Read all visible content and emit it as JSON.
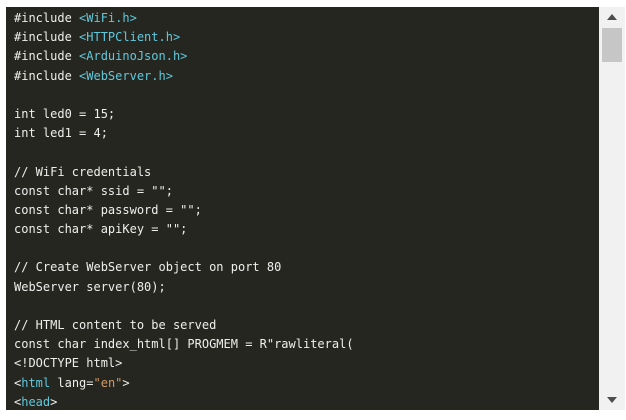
{
  "colors": {
    "page_background": "#ffffff",
    "code_background": "#262621",
    "code_text": "#eeeeec",
    "code_type_accent": "#5fc9dc",
    "code_string_accent": "#d19a66",
    "scrollbar_track": "#f1f1f1",
    "scrollbar_thumb": "#c6c6c6",
    "scrollbar_arrow": "#4d4d4d"
  },
  "scrollbar": {
    "up_icon": "triangle-up",
    "down_icon": "triangle-down"
  },
  "code": {
    "lines": [
      [
        {
          "t": "#include ",
          "c": "plain"
        },
        {
          "t": "<WiFi.h>",
          "c": "type"
        }
      ],
      [
        {
          "t": "#include ",
          "c": "plain"
        },
        {
          "t": "<HTTPClient.h>",
          "c": "type"
        }
      ],
      [
        {
          "t": "#include ",
          "c": "plain"
        },
        {
          "t": "<ArduinoJson.h>",
          "c": "type"
        }
      ],
      [
        {
          "t": "#include ",
          "c": "plain"
        },
        {
          "t": "<WebServer.h>",
          "c": "type"
        }
      ],
      [],
      [
        {
          "t": "int led0 = 15;",
          "c": "plain"
        }
      ],
      [
        {
          "t": "int led1 = 4;",
          "c": "plain"
        }
      ],
      [],
      [
        {
          "t": "// WiFi credentials",
          "c": "plain"
        }
      ],
      [
        {
          "t": "const char* ssid = \"\";",
          "c": "plain"
        }
      ],
      [
        {
          "t": "const char* password = \"\";",
          "c": "plain"
        }
      ],
      [
        {
          "t": "const char* apiKey = \"\";",
          "c": "plain"
        }
      ],
      [],
      [
        {
          "t": "// Create WebServer object on port 80",
          "c": "plain"
        }
      ],
      [
        {
          "t": "WebServer server(80);",
          "c": "plain"
        }
      ],
      [],
      [
        {
          "t": "// HTML content to be served",
          "c": "plain"
        }
      ],
      [
        {
          "t": "const char index_html[] PROGMEM = R\"rawliteral(",
          "c": "plain"
        }
      ],
      [
        {
          "t": "<!DOCTYPE html>",
          "c": "plain"
        }
      ],
      [
        {
          "t": "<",
          "c": "plain"
        },
        {
          "t": "html",
          "c": "type"
        },
        {
          "t": " lang=",
          "c": "plain"
        },
        {
          "t": "\"en\"",
          "c": "string"
        },
        {
          "t": ">",
          "c": "plain"
        }
      ],
      [
        {
          "t": "<",
          "c": "plain"
        },
        {
          "t": "head",
          "c": "type"
        },
        {
          "t": ">",
          "c": "plain"
        }
      ]
    ]
  }
}
